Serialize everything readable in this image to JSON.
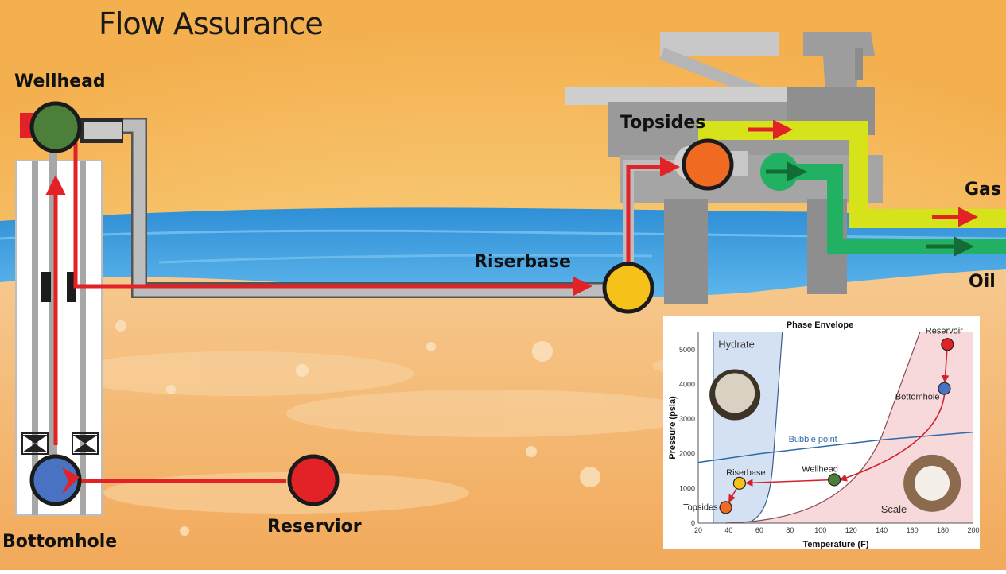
{
  "title": "Flow Assurance",
  "labels": {
    "wellhead": "Wellhead",
    "bottomhole": "Bottomhole",
    "reservior": "Reservior",
    "riserbase": "Riserbase",
    "topsides": "Topsides",
    "gas": "Gas",
    "oil": "Oil"
  },
  "colors": {
    "flow_arrow": "#e32227",
    "wellhead_node": "#4c7f3a",
    "bottomhole_node": "#4a72c2",
    "reservoir_node": "#e32227",
    "riserbase_node": "#f6c21a",
    "topsides_node": "#f06a22",
    "gas_line": "#d6e21a",
    "oil_line": "#22b062",
    "pipe": "#b8b8b8"
  },
  "chart_data": {
    "type": "line",
    "title": "Phase Envelope",
    "xlabel": "Temperature (F)",
    "ylabel": "Pressure (psia)",
    "xlim": [
      20,
      200
    ],
    "ylim": [
      0,
      5500
    ],
    "xticks": [
      20,
      40,
      60,
      80,
      100,
      120,
      140,
      160,
      180,
      200
    ],
    "yticks": [
      0,
      1000,
      2000,
      3000,
      4000,
      5000
    ],
    "regions": [
      {
        "name": "Hydrate"
      },
      {
        "name": "Scale"
      }
    ],
    "series": [
      {
        "name": "Bubble point",
        "x": [
          20,
          60,
          100,
          140,
          180,
          200
        ],
        "y": [
          1750,
          2000,
          2200,
          2400,
          2550,
          2620
        ]
      }
    ],
    "points": [
      {
        "name": "Reservoir",
        "x": 183,
        "y": 5150
      },
      {
        "name": "Bottomhole",
        "x": 181,
        "y": 3880
      },
      {
        "name": "Wellhead",
        "x": 109,
        "y": 1250
      },
      {
        "name": "Riserbase",
        "x": 47,
        "y": 1150
      },
      {
        "name": "Topsides",
        "x": 38,
        "y": 450
      }
    ]
  }
}
